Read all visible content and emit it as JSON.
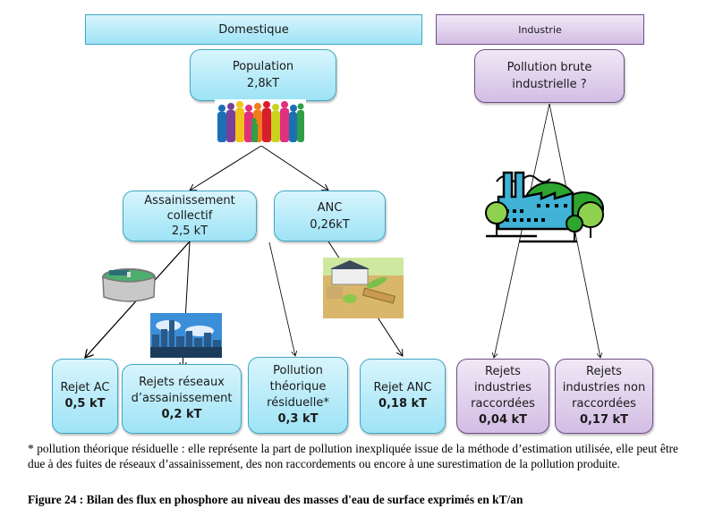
{
  "headers": {
    "domestic": "Domestique",
    "industry": "Industrie"
  },
  "nodes": {
    "population": {
      "label": "Population",
      "value": "2,8kT"
    },
    "industrial_gross": {
      "label_line1": "Pollution brute",
      "label_line2": "industrielle ?"
    },
    "collective": {
      "label_line1": "Assainissement",
      "label_line2": "collectif",
      "value": "2,5 kT"
    },
    "anc": {
      "label": "ANC",
      "value": "0,26kT"
    },
    "rejet_ac": {
      "label": "Rejet AC",
      "value": "0,5 kT"
    },
    "rejets_reseaux": {
      "label_line1": "Rejets réseaux",
      "label_line2": "d’assainissement",
      "value": "0,2 kT"
    },
    "pollution_residuelle": {
      "label_line1": "Pollution",
      "label_line2": "théorique",
      "label_line3": "résiduelle*",
      "value": "0,3 kT"
    },
    "rejet_anc": {
      "label": "Rejet ANC",
      "value": "0,18 kT"
    },
    "industries_raccordees": {
      "label_line1": "Rejets",
      "label_line2": "industries",
      "label_line3": "raccordées",
      "value": "0,04 kT"
    },
    "industries_non_raccordees": {
      "label_line1": "Rejets",
      "label_line2": "industries non",
      "label_line3": "raccordées",
      "value": "0,17 kT"
    }
  },
  "images": {
    "population": "people-crowd-image",
    "treatment_plant": "treatment-plant-image",
    "city": "city-skyline-image",
    "anc_house": "septic-system-image",
    "factory": "factory-image"
  },
  "caption": {
    "footnote": "* pollution théorique résiduelle : elle représente la part de pollution inexpliquée issue de la méthode d’estimation utilisée, elle peut être due à des fuites de réseaux d’assainissement, des non raccordements ou encore à une surestimation de la pollution produite.",
    "title": "Figure 24 : Bilan des flux en phosphore au niveau des masses d'eau de surface exprimés en kT/an"
  }
}
